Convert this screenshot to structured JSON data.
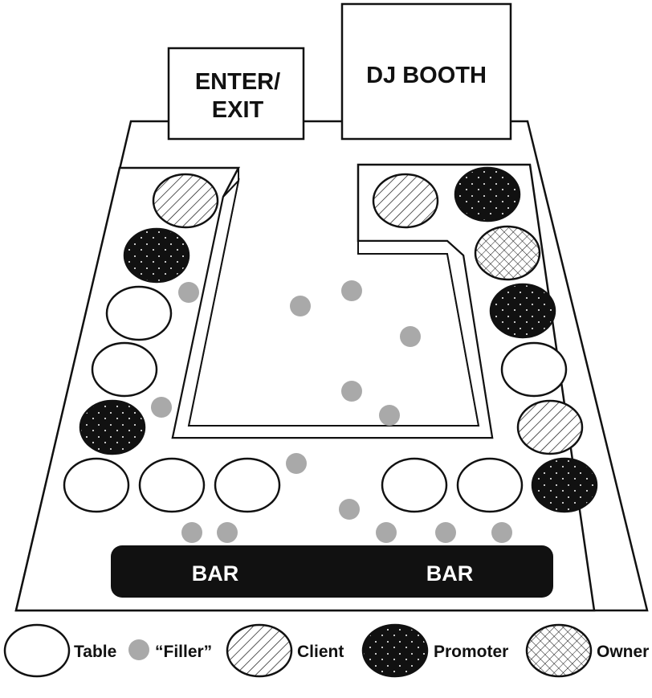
{
  "labels": {
    "enter_exit_line1": "ENTER/",
    "enter_exit_line2": "EXIT",
    "dj_booth": "DJ BOOTH",
    "bar_left": "BAR",
    "bar_right": "BAR"
  },
  "legend": {
    "table": "Table",
    "filler": "“Filler”",
    "client": "Client",
    "promoter": "Promoter",
    "owner": "Owner"
  },
  "colors": {
    "stroke": "#111111",
    "promoter_fill": "#111111",
    "filler": "#a9a9a9",
    "bar": "#111111"
  }
}
